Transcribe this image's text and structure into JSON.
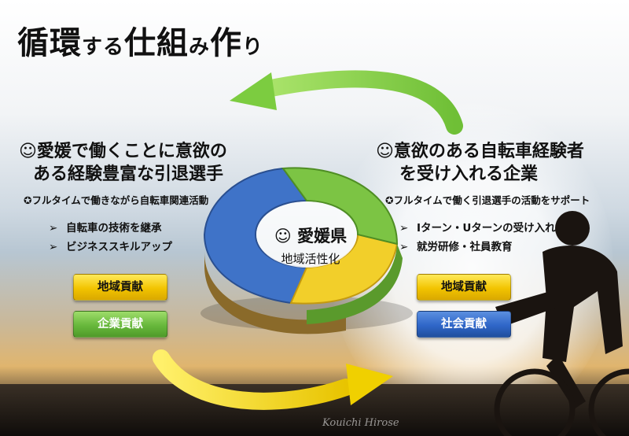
{
  "title": {
    "main1": "循環",
    "small1": "する",
    "main2": "仕組",
    "small2": "み",
    "main3": "作",
    "small3": "り"
  },
  "left": {
    "heading_line1": "☺愛媛で働くことに意欲の",
    "heading_line2": "ある経験豊富な引退選手",
    "sub": "✪フルタイムで働きながら自転車関連活動",
    "bullets": [
      "自転車の技術を継承",
      "ビジネススキルアップ"
    ],
    "button1": "地域貢献",
    "button2": "企業貢献"
  },
  "right": {
    "heading_line1": "☺意欲のある自転車経験者",
    "heading_line2": "を受け入れる企業",
    "sub": "✪フルタイムで働く引退選手の活動をサポート",
    "bullets": [
      "Iターン・Uターンの受け入れ",
      "就労研修・社員教育"
    ],
    "button1": "地域貢献",
    "button2": "社会貢献"
  },
  "center": {
    "primary": "☺ 愛媛県",
    "secondary": "地域活性化"
  },
  "bullet_marker": "➢",
  "signature": "Kouichi Hirose",
  "colors": {
    "yellow": "#f2c400",
    "green": "#67b83b",
    "blue": "#2f66c8",
    "arrow_green": "#8ed04f",
    "arrow_yellow": "#f0d000"
  }
}
